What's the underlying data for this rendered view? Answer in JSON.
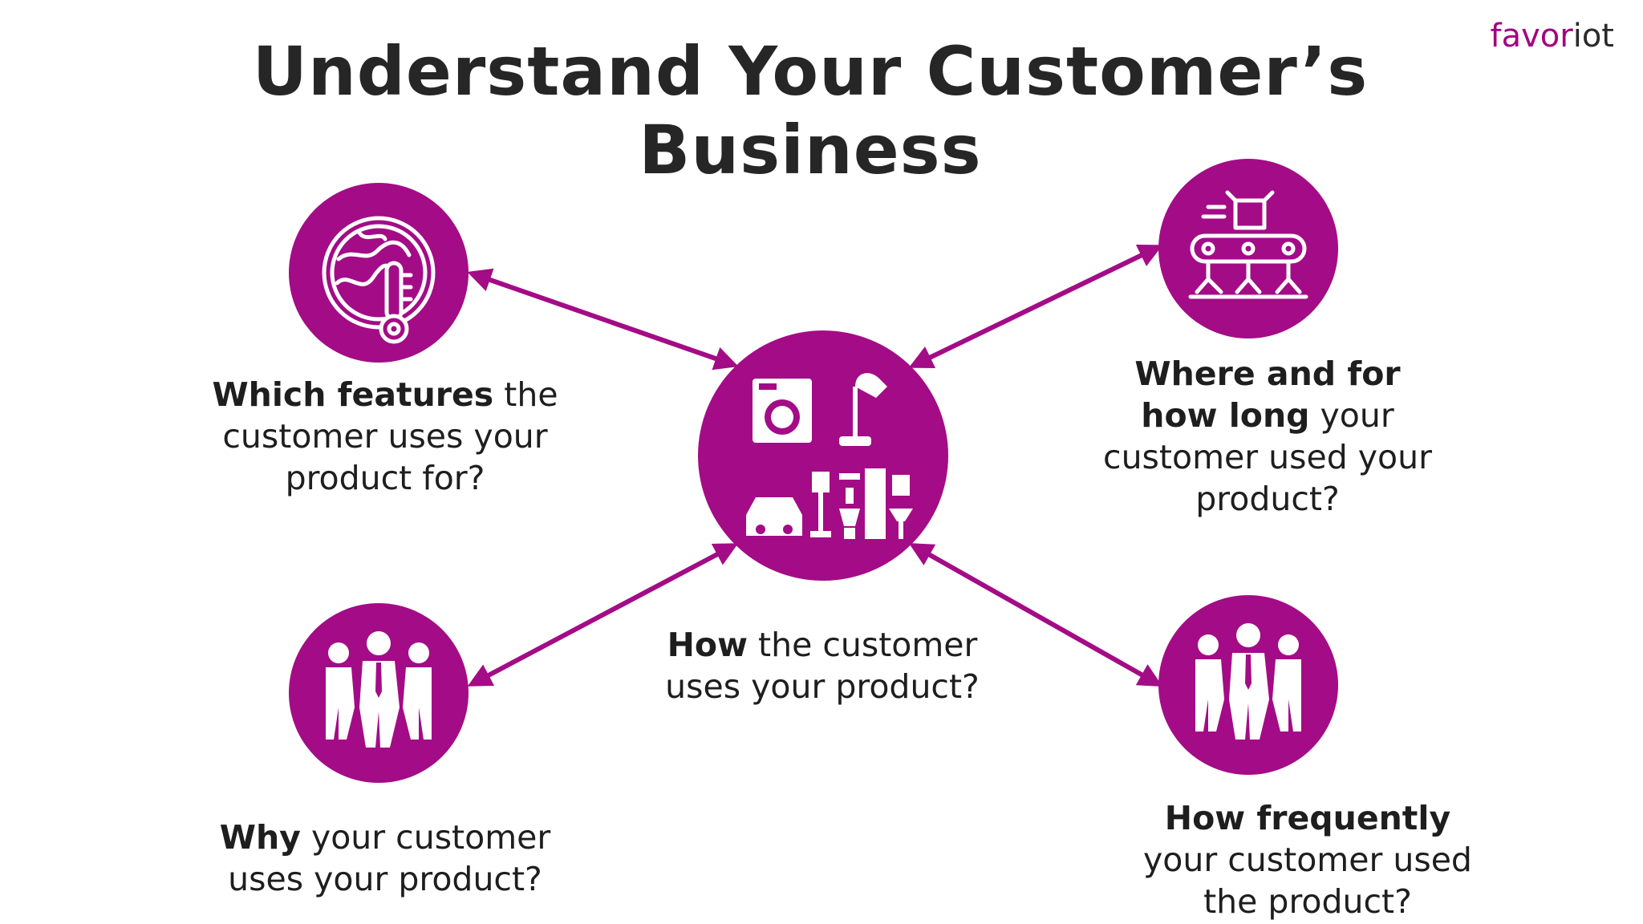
{
  "title": "Understand Your Customer’s Business",
  "logo": {
    "prefix": "favor",
    "suffix": "iot"
  },
  "colors": {
    "accent": "#a30c86",
    "text": "#1e1e1e"
  },
  "nodes": {
    "center": {
      "icon": "appliances-icon",
      "bold": "How",
      "rest": " the customer uses your product?"
    },
    "top_left": {
      "icon": "globe-thermometer-icon",
      "bold": "Which features",
      "rest": " the customer uses your product for?"
    },
    "top_right": {
      "icon": "conveyor-belt-icon",
      "bold": "Where and for how long",
      "rest": " your customer used your product?"
    },
    "bottom_left": {
      "icon": "people-group-icon",
      "bold": "Why",
      "rest": " your customer uses your product?"
    },
    "bottom_right": {
      "icon": "people-group-icon",
      "bold": "How frequently",
      "rest": " your customer used the product?"
    }
  }
}
